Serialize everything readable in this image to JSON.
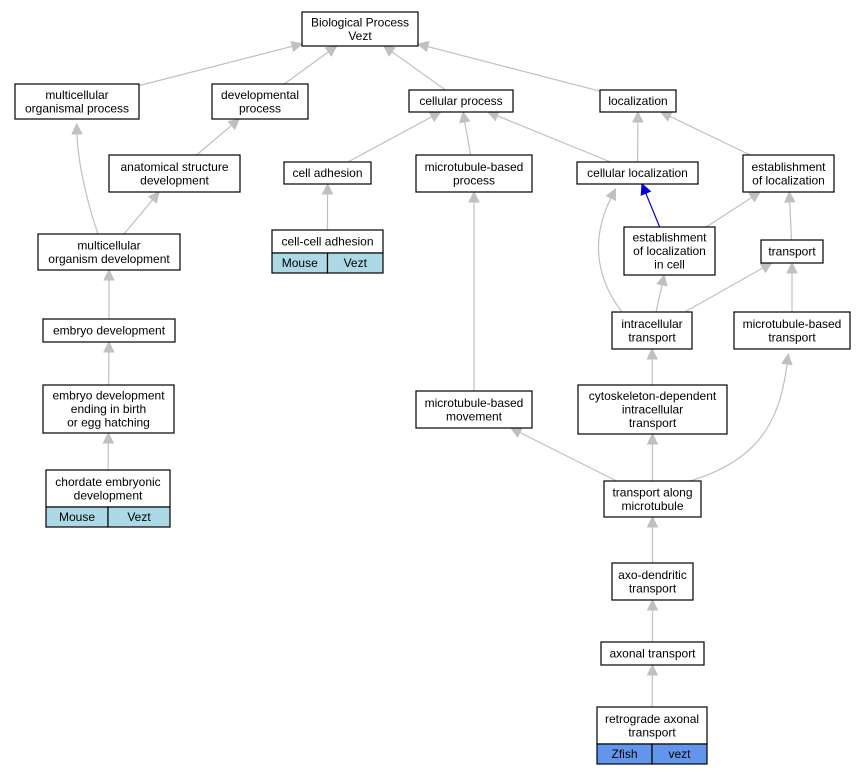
{
  "colors": {
    "edge": "#c0c0c0",
    "edge_highlight": "#0000dd",
    "tag_mouse": "#add8e6",
    "tag_zfish": "#6495ed"
  },
  "nodes": [
    {
      "id": "bp",
      "lines": [
        "Biological Process",
        "Vezt"
      ]
    },
    {
      "id": "multicellular-organismal-process",
      "lines": [
        "multicellular",
        "organismal process"
      ]
    },
    {
      "id": "developmental-process",
      "lines": [
        "developmental",
        "process"
      ]
    },
    {
      "id": "cellular-process",
      "lines": [
        "cellular process"
      ]
    },
    {
      "id": "localization",
      "lines": [
        "localization"
      ]
    },
    {
      "id": "anatomical-structure-development",
      "lines": [
        "anatomical structure",
        "development"
      ]
    },
    {
      "id": "cell-adhesion",
      "lines": [
        "cell adhesion"
      ]
    },
    {
      "id": "microtubule-based-process",
      "lines": [
        "microtubule-based",
        "process"
      ]
    },
    {
      "id": "cellular-localization",
      "lines": [
        "cellular localization"
      ]
    },
    {
      "id": "establishment-of-localization",
      "lines": [
        "establishment",
        "of localization"
      ]
    },
    {
      "id": "multicellular-organism-development",
      "lines": [
        "multicellular",
        "organism development"
      ]
    },
    {
      "id": "cell-cell-adhesion",
      "lines": [
        "cell-cell adhesion"
      ],
      "tags": [
        "Mouse",
        "Vezt"
      ]
    },
    {
      "id": "establishment-of-localization-in-cell",
      "lines": [
        "establishment",
        "of localization",
        "in cell"
      ]
    },
    {
      "id": "transport",
      "lines": [
        "transport"
      ]
    },
    {
      "id": "embryo-development",
      "lines": [
        "embryo development"
      ]
    },
    {
      "id": "intracellular-transport",
      "lines": [
        "intracellular",
        "transport"
      ]
    },
    {
      "id": "microtubule-based-transport",
      "lines": [
        "microtubule-based",
        "transport"
      ]
    },
    {
      "id": "embryo-development-ending",
      "lines": [
        "embryo development",
        "ending in birth",
        "or egg hatching"
      ]
    },
    {
      "id": "microtubule-based-movement",
      "lines": [
        "microtubule-based",
        "movement"
      ]
    },
    {
      "id": "cytoskeleton-dependent-intracellular-transport",
      "lines": [
        "cytoskeleton-dependent",
        "intracellular",
        "transport"
      ]
    },
    {
      "id": "chordate-embryonic-development",
      "lines": [
        "chordate embryonic",
        "development"
      ],
      "tags": [
        "Mouse",
        "Vezt"
      ]
    },
    {
      "id": "transport-along-microtubule",
      "lines": [
        "transport along",
        "microtubule"
      ]
    },
    {
      "id": "axo-dendritic-transport",
      "lines": [
        "axo-dendritic",
        "transport"
      ]
    },
    {
      "id": "axonal-transport",
      "lines": [
        "axonal transport"
      ]
    },
    {
      "id": "retrograde-axonal-transport",
      "lines": [
        "retrograde axonal",
        "transport"
      ],
      "tags": [
        "Zfish",
        "vezt"
      ]
    }
  ],
  "edges": [
    {
      "from": "multicellular-organismal-process",
      "to": "bp"
    },
    {
      "from": "developmental-process",
      "to": "bp"
    },
    {
      "from": "cellular-process",
      "to": "bp"
    },
    {
      "from": "localization",
      "to": "bp"
    },
    {
      "from": "anatomical-structure-development",
      "to": "developmental-process"
    },
    {
      "from": "cell-adhesion",
      "to": "cellular-process"
    },
    {
      "from": "microtubule-based-process",
      "to": "cellular-process"
    },
    {
      "from": "cellular-localization",
      "to": "cellular-process"
    },
    {
      "from": "cellular-localization",
      "to": "localization"
    },
    {
      "from": "establishment-of-localization",
      "to": "localization"
    },
    {
      "from": "multicellular-organism-development",
      "to": "multicellular-organismal-process"
    },
    {
      "from": "multicellular-organism-development",
      "to": "anatomical-structure-development"
    },
    {
      "from": "cell-cell-adhesion",
      "to": "cell-adhesion"
    },
    {
      "from": "establishment-of-localization-in-cell",
      "to": "cellular-localization",
      "highlight": true
    },
    {
      "from": "establishment-of-localization-in-cell",
      "to": "establishment-of-localization"
    },
    {
      "from": "transport",
      "to": "establishment-of-localization"
    },
    {
      "from": "embryo-development",
      "to": "multicellular-organism-development"
    },
    {
      "from": "intracellular-transport",
      "to": "cellular-localization"
    },
    {
      "from": "intracellular-transport",
      "to": "establishment-of-localization-in-cell"
    },
    {
      "from": "intracellular-transport",
      "to": "transport"
    },
    {
      "from": "microtubule-based-transport",
      "to": "transport"
    },
    {
      "from": "embryo-development-ending",
      "to": "embryo-development"
    },
    {
      "from": "microtubule-based-movement",
      "to": "microtubule-based-process"
    },
    {
      "from": "cytoskeleton-dependent-intracellular-transport",
      "to": "intracellular-transport"
    },
    {
      "from": "chordate-embryonic-development",
      "to": "embryo-development-ending"
    },
    {
      "from": "transport-along-microtubule",
      "to": "microtubule-based-movement"
    },
    {
      "from": "transport-along-microtubule",
      "to": "cytoskeleton-dependent-intracellular-transport"
    },
    {
      "from": "transport-along-microtubule",
      "to": "microtubule-based-transport"
    },
    {
      "from": "axo-dendritic-transport",
      "to": "transport-along-microtubule"
    },
    {
      "from": "axonal-transport",
      "to": "axo-dendritic-transport"
    },
    {
      "from": "retrograde-axonal-transport",
      "to": "axonal-transport"
    }
  ]
}
